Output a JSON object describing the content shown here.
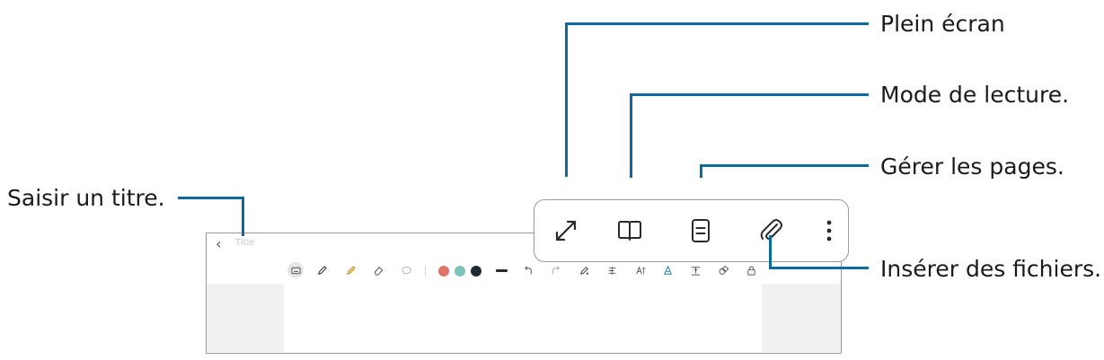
{
  "labels": {
    "fullscreen": "Plein écran",
    "reading_mode": "Mode de lecture.",
    "manage_pages": "Gérer les pages.",
    "insert_files": "Insérer des fichiers.",
    "enter_title": "Saisir un titre."
  },
  "note": {
    "back": "‹",
    "title_placeholder": "Title"
  },
  "colors": {
    "callout": "#0d6aa0",
    "swatch_red": "#e0746b",
    "swatch_teal": "#7fc3b9",
    "swatch_dark": "#1f2a33"
  },
  "icons": {
    "popup": [
      "fullscreen-icon",
      "book-icon",
      "pages-icon",
      "paperclip-icon",
      "more-icon"
    ],
    "toolbar": [
      "keyboard-icon",
      "pen-icon",
      "highlighter-icon",
      "eraser-icon",
      "lasso-icon",
      "undo-icon",
      "redo-icon",
      "pen-settings-icon",
      "handwriting-icon",
      "text-format-icon",
      "style-icon",
      "text-align-icon",
      "shape-icon",
      "lock-icon"
    ]
  }
}
